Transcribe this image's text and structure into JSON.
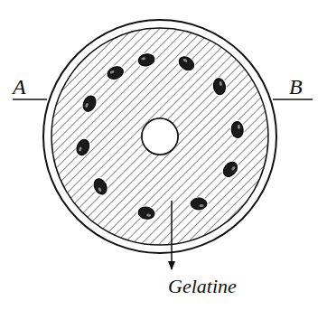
{
  "diagram": {
    "labels": [
      "A",
      "B",
      "Gelatine"
    ]
  }
}
